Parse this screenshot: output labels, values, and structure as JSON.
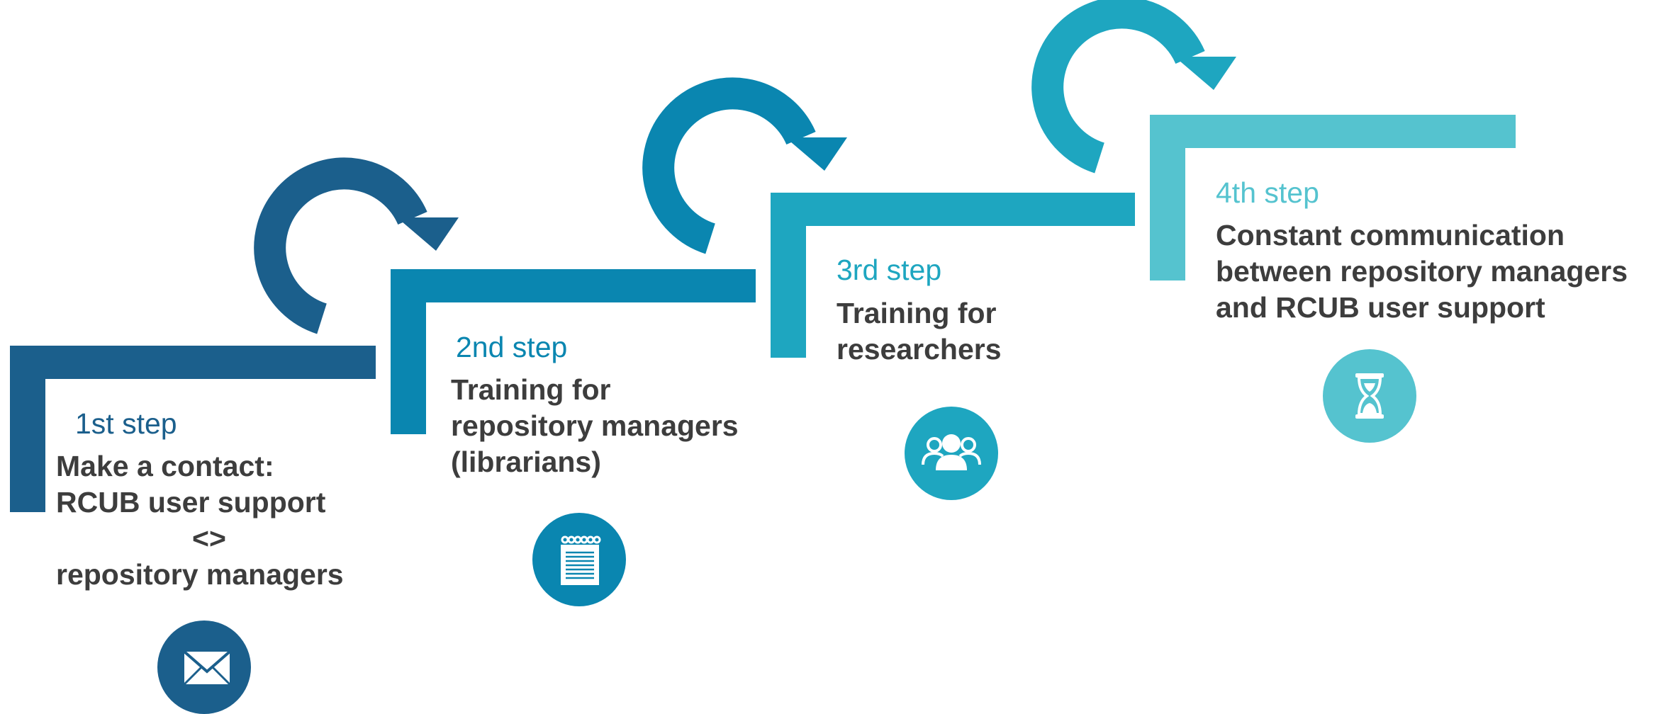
{
  "colors": {
    "step1": "#1b5f8c",
    "step2": "#0a86b0",
    "step3": "#1ea6c0",
    "step4": "#55c3cf",
    "text": "#3d3d3d",
    "icon_fg": "#ffffff"
  },
  "steps": [
    {
      "label": "1st step",
      "lines": [
        "Make a contact:",
        "RCUB user support",
        "<>",
        "repository managers"
      ],
      "icon": "envelope-icon"
    },
    {
      "label": "2nd step",
      "lines": [
        "Training for",
        "repository managers",
        "(librarians)"
      ],
      "icon": "notepad-icon"
    },
    {
      "label": "3rd step",
      "lines": [
        "Training for",
        "researchers"
      ],
      "icon": "people-group-icon"
    },
    {
      "label": "4th step",
      "lines": [
        "Constant communication",
        "between repository managers",
        "and RCUB user support"
      ],
      "icon": "hourglass-icon"
    }
  ]
}
